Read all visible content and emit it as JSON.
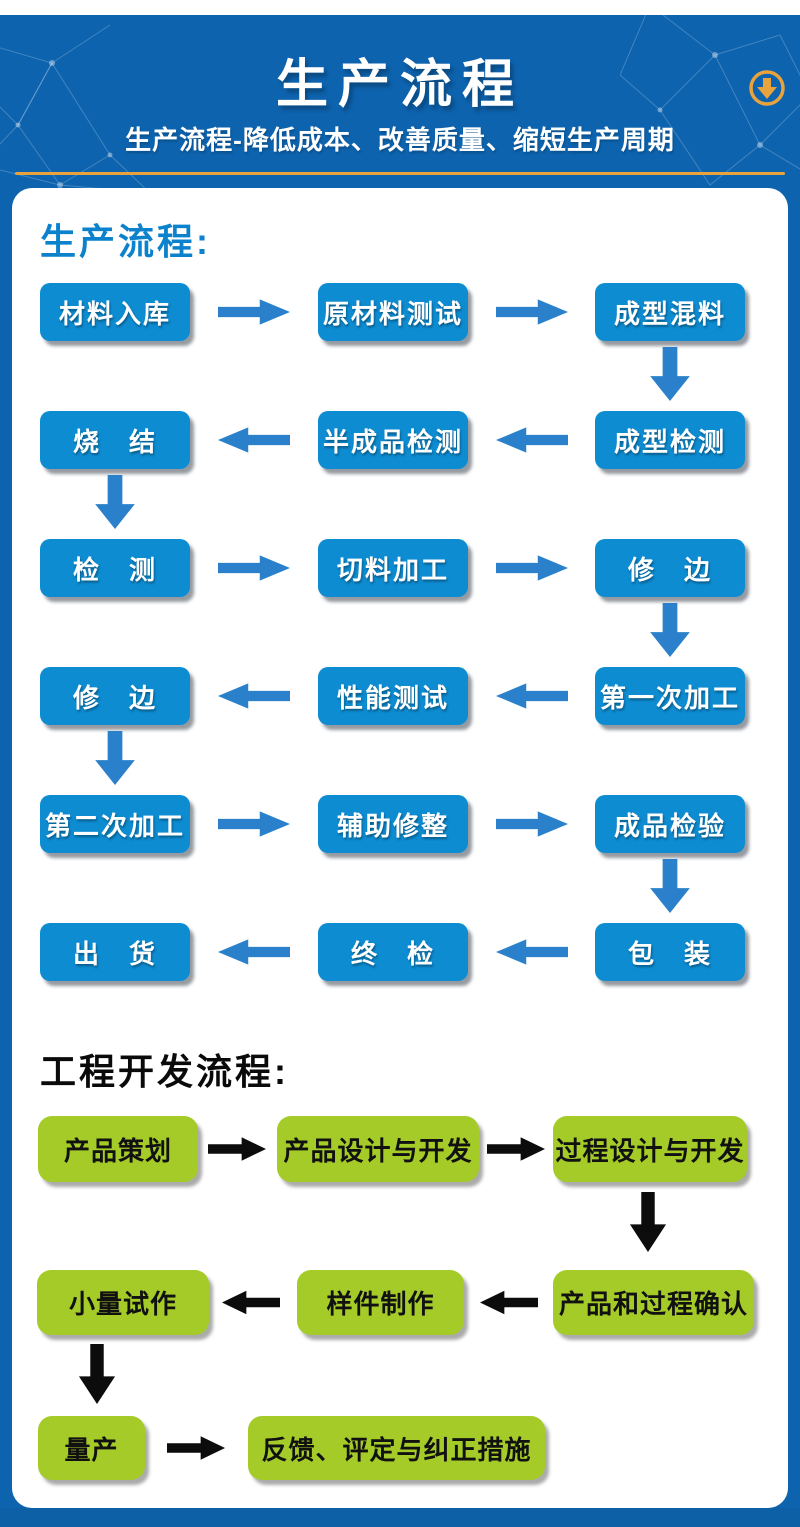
{
  "header": {
    "title": "生产流程",
    "subtitle": "生产流程-降低成本、改善质量、缩短生产周期",
    "download_icon": "circle-down-arrow-icon"
  },
  "colors": {
    "page_blue": "#0d63ae",
    "gold_accent": "#e8a33d",
    "card_white": "#ffffff",
    "blue_step_box": "#0d8cd2",
    "blue_arrow": "#2b80cb",
    "blue_heading_text": "#0c82cc",
    "green_step_box": "#a5cb28",
    "black_text": "#0a0a0a"
  },
  "production_flow": {
    "heading": "生产流程:",
    "rows": [
      {
        "direction": "right",
        "steps": [
          "材料入库",
          "原材料测试",
          "成型混料"
        ],
        "connector_after": "right"
      },
      {
        "direction": "left",
        "steps": [
          "烧　结",
          "半成品检测",
          "成型检测"
        ],
        "connector_after": "left"
      },
      {
        "direction": "right",
        "steps": [
          "检　测",
          "切料加工",
          "修　边"
        ],
        "connector_after": "right"
      },
      {
        "direction": "left",
        "steps": [
          "修　边",
          "性能测试",
          "第一次加工"
        ],
        "connector_after": "left"
      },
      {
        "direction": "right",
        "steps": [
          "第二次加工",
          "辅助修整",
          "成品检验"
        ],
        "connector_after": "right"
      },
      {
        "direction": "left",
        "steps": [
          "出　货",
          "终　检",
          "包　装"
        ],
        "connector_after": null
      }
    ]
  },
  "engineering_flow": {
    "heading": "工程开发流程:",
    "rows": [
      {
        "direction": "right",
        "steps": [
          "产品策划",
          "产品设计与开发",
          "过程设计与开发"
        ],
        "connector_after": "right"
      },
      {
        "direction": "left",
        "steps": [
          "小量试作",
          "样件制作",
          "产品和过程确认"
        ],
        "connector_after": "left"
      },
      {
        "direction": "right",
        "steps": [
          "量产",
          "反馈、评定与纠正措施"
        ],
        "connector_after": null
      }
    ]
  }
}
